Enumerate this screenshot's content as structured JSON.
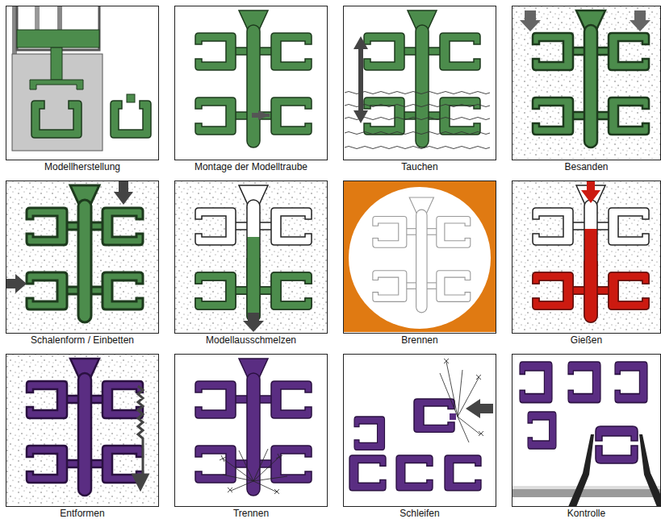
{
  "diagram": {
    "nodes": [
      {
        "text": [
          "Modellherstellung"
        ]
      },
      {
        "text": [
          "Montage der Modelltraube"
        ]
      },
      {
        "text": [
          "Tauchen"
        ]
      },
      {
        "text": [
          "Besanden"
        ]
      },
      {
        "text": [
          "Schalenform / Einbetten"
        ]
      },
      {
        "text": [
          "Modellausschmelzen"
        ]
      },
      {
        "text": [
          "Brennen"
        ]
      },
      {
        "text": [
          "Gießen"
        ]
      },
      {
        "text": [
          "Entformen"
        ]
      },
      {
        "text": [
          "Trennen"
        ]
      },
      {
        "text": [
          "Schleifen"
        ]
      },
      {
        "text": [
          "Kontrolle"
        ]
      }
    ]
  }
}
